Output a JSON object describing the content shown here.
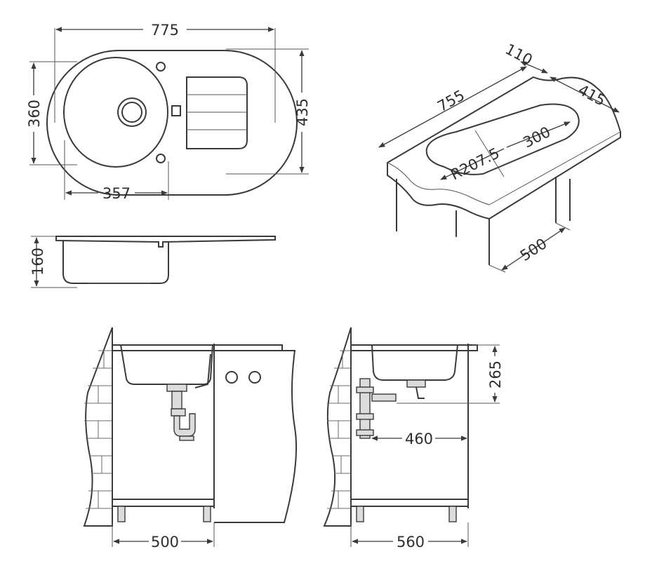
{
  "dimensions": {
    "top_width": "775",
    "top_bowl_height": "360",
    "top_total_height": "435",
    "top_bowl_width": "357",
    "side_depth": "160",
    "iso_back_offset": "110",
    "iso_length": "755",
    "iso_depth": "415",
    "iso_bowl_half": "300",
    "iso_radius": "R207.5",
    "iso_cabinet": "500",
    "front_cabinet": "500",
    "side_height": "265",
    "side_drain": "460",
    "side_cabinet": "560"
  },
  "colors": {
    "line": "#3a3a3a",
    "fill": "#dcdcdc"
  }
}
